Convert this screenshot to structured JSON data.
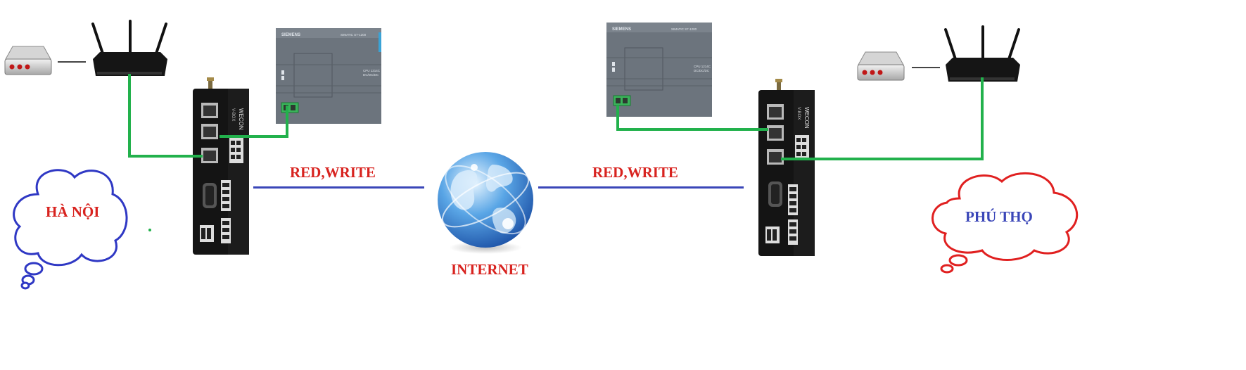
{
  "colors": {
    "label_red": "#d8231f",
    "cloud_blue": "#2f38c4",
    "cloud_red": "#e02020",
    "ethernet_green": "#22b14c",
    "internet_link_blue": "#3a46b8",
    "plc_gray": "#6f7780"
  },
  "labels": {
    "link_left": "RED,WRITE",
    "link_right": "RED,WRITE",
    "internet": "INTERNET"
  },
  "clouds": {
    "left": "HÀ NỘI",
    "right": "PHÚ THỌ"
  },
  "plc": {
    "brand": "SIEMENS",
    "model": "SIMATIC S7-1200",
    "cpu": "CPU 1214C",
    "io": "DC/DC/DC"
  },
  "gateway": {
    "brand": "WECON",
    "model": "V-BOX"
  },
  "icons": [
    "modem-icon",
    "router-icon",
    "plc-icon",
    "gateway-icon",
    "globe-icon",
    "thought-cloud-icon"
  ]
}
